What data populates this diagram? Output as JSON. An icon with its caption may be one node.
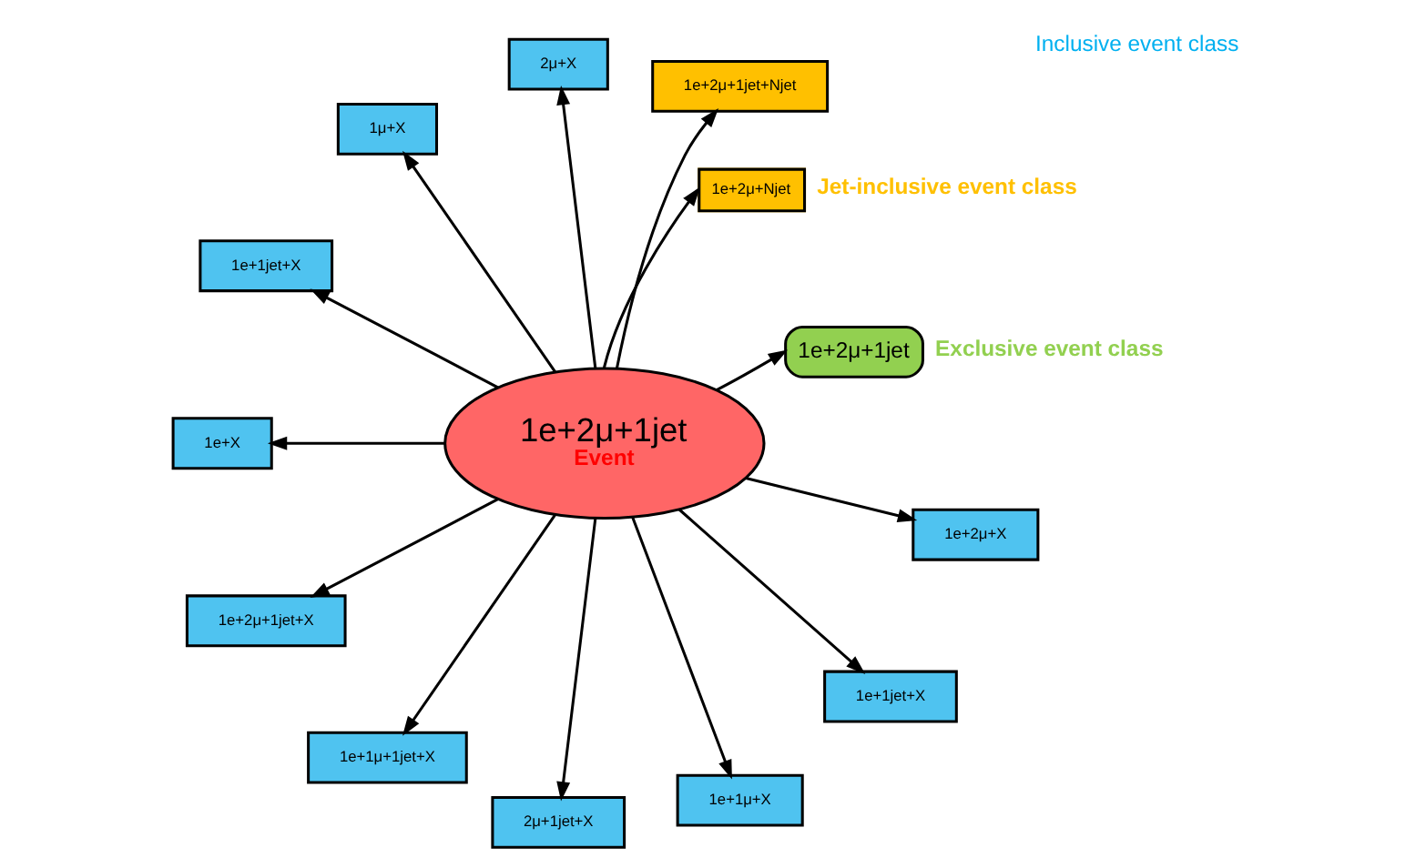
{
  "diagram": {
    "nodes": [
      {
        "text": [
          "1e+2μ+1jet"
        ],
        "beside": [
          "Exclusive event class"
        ]
      },
      {
        "text": [
          "1e+2μ+Njet"
        ],
        "beside": [
          "Jet-inclusive event class"
        ]
      },
      {
        "text": [
          "1e+2μ+1jet+Njet"
        ]
      },
      {
        "text": [
          "2μ+X"
        ]
      },
      {
        "text": [
          "1μ+X"
        ]
      },
      {
        "text": [
          "1e+1jet+X"
        ]
      },
      {
        "text": [
          "1e+2μ+1jet",
          "Event"
        ]
      },
      {
        "text": [
          "1e+X"
        ]
      },
      {
        "text": [
          "1e+2μ+1jet+X"
        ]
      },
      {
        "text": [
          "1e+1μ+1jet+X"
        ]
      },
      {
        "text": [
          "2μ+1jet+X"
        ]
      },
      {
        "text": [
          "1e+1μ+X"
        ]
      },
      {
        "text": [
          "1e+1jet+X"
        ]
      },
      {
        "text": [
          "1e+2μ+X"
        ]
      }
    ],
    "edges": [
      {
        "from": 6,
        "to": 0,
        "arrow": "to"
      },
      {
        "from": 6,
        "to": 1,
        "arrow": "to"
      },
      {
        "from": 6,
        "to": 2,
        "arrow": "to"
      },
      {
        "from": 6,
        "to": 3,
        "arrow": "to"
      },
      {
        "from": 6,
        "to": 4,
        "arrow": "to"
      },
      {
        "from": 6,
        "to": 5,
        "arrow": "to"
      },
      {
        "from": 6,
        "to": 7,
        "arrow": "to"
      },
      {
        "from": 6,
        "to": 8,
        "arrow": "to"
      },
      {
        "from": 6,
        "to": 9,
        "arrow": "to"
      },
      {
        "from": 6,
        "to": 10,
        "arrow": "to"
      },
      {
        "from": 6,
        "to": 11,
        "arrow": "to"
      },
      {
        "from": 6,
        "to": 12,
        "arrow": "to"
      },
      {
        "from": 6,
        "to": 13,
        "arrow": "to"
      }
    ],
    "labels": [
      "Inclusive event class"
    ]
  }
}
